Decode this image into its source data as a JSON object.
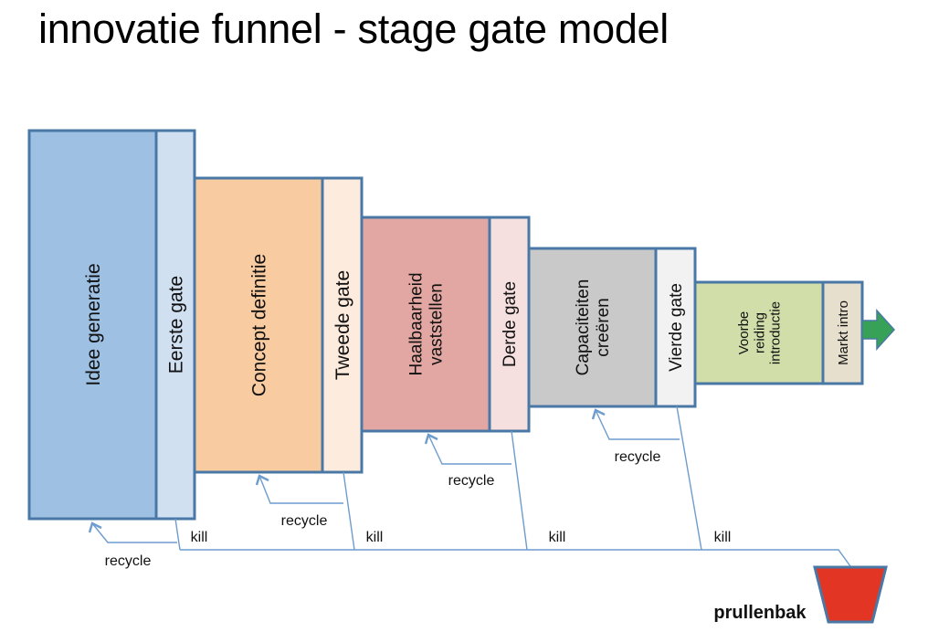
{
  "title": "innovatie funnel - stage gate model",
  "colors": {
    "border": "#4a78a6",
    "line": "#6d9ccd",
    "arrow_green": "#36a157",
    "bin_red": "#e33524"
  },
  "stages": [
    {
      "label": "Idee  generatie",
      "fill": "#9dc0e3",
      "gate": "Eerste gate",
      "gate_fill": "#d0e0f1"
    },
    {
      "label": "Concept  definitie",
      "fill": "#f8cba0",
      "gate": "Tweede gate",
      "gate_fill": "#fdebde"
    },
    {
      "label": "Haalbaarheid|vaststellen",
      "fill": "#e2a7a2",
      "gate": "Derde gate",
      "gate_fill": "#f5e0df"
    },
    {
      "label": "Capaciteiten|creëren",
      "fill": "#c9c9c9",
      "gate": "Vierde gate",
      "gate_fill": "#f2f2f2"
    },
    {
      "label": "Voorbe|reiding|introductie",
      "fill": "#d2deaa",
      "gate": "Markt intro",
      "gate_fill": "#e6dfcd"
    }
  ],
  "recycle_label": "recycle",
  "kill_label": "kill",
  "bin_label": "prullenbak"
}
